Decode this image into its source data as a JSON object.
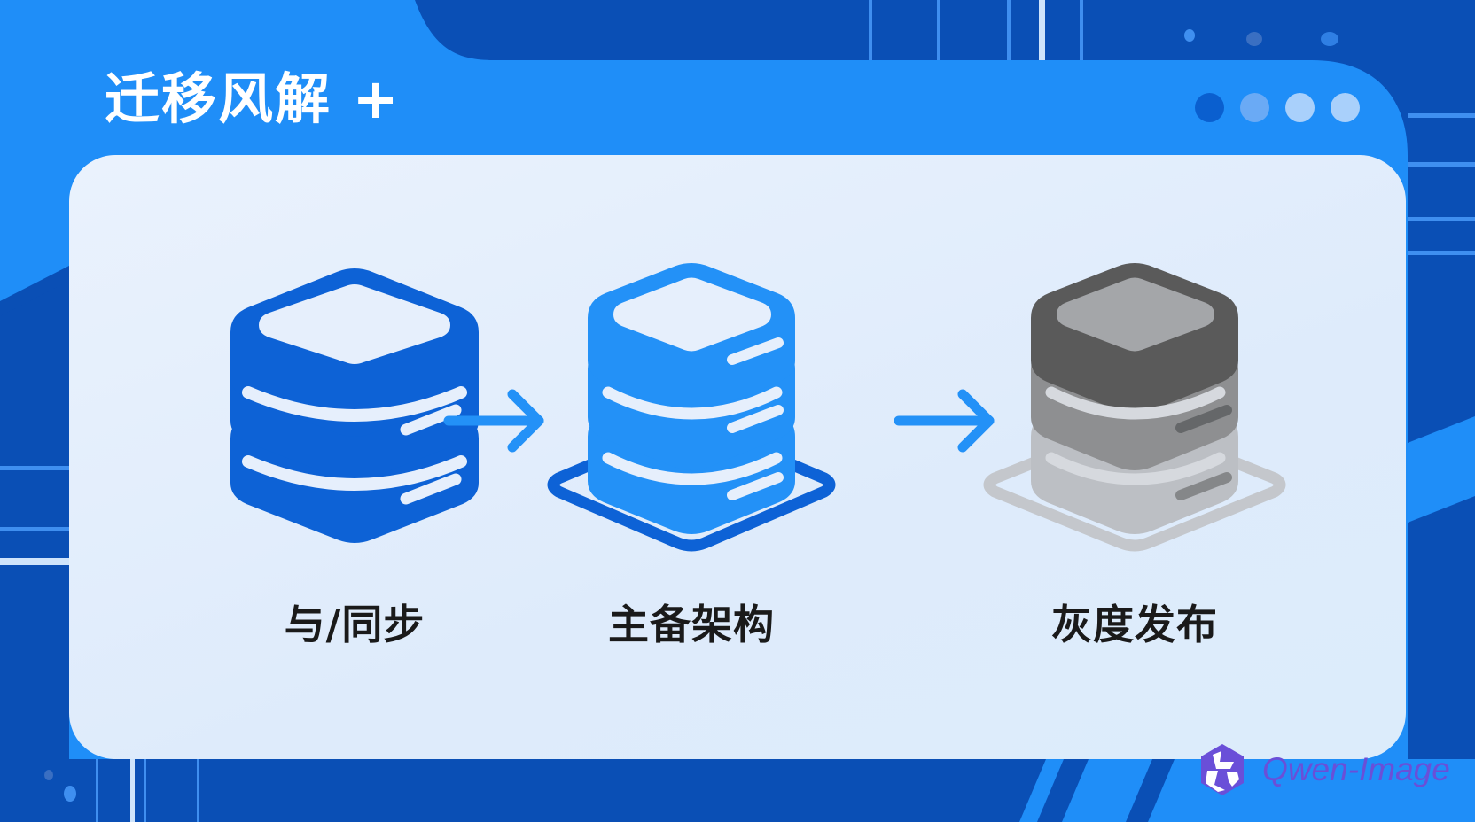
{
  "header": {
    "title": "迁移风解 +",
    "dots": [
      {
        "color": "#0a5fcf"
      },
      {
        "color": "#6aaaf5"
      },
      {
        "color": "#a9d0fb"
      },
      {
        "color": "#a9d0fb"
      }
    ]
  },
  "steps": [
    {
      "label": "与/同步",
      "icon": "database-icon",
      "color": "#0d62d6",
      "state": "source"
    },
    {
      "label": "主备架构",
      "icon": "database-platform-icon",
      "color": "#2391f7",
      "state": "active"
    },
    {
      "label": "灰度发布",
      "icon": "database-gray-icon",
      "color": "#5a5a5a",
      "state": "gray"
    }
  ],
  "arrows": [
    {
      "icon": "arrow-right-icon",
      "color": "#2391f7"
    },
    {
      "icon": "arrow-right-icon",
      "color": "#2391f7"
    }
  ],
  "watermark": {
    "text": "Qwen-Image",
    "color": "#6a4fd8"
  }
}
